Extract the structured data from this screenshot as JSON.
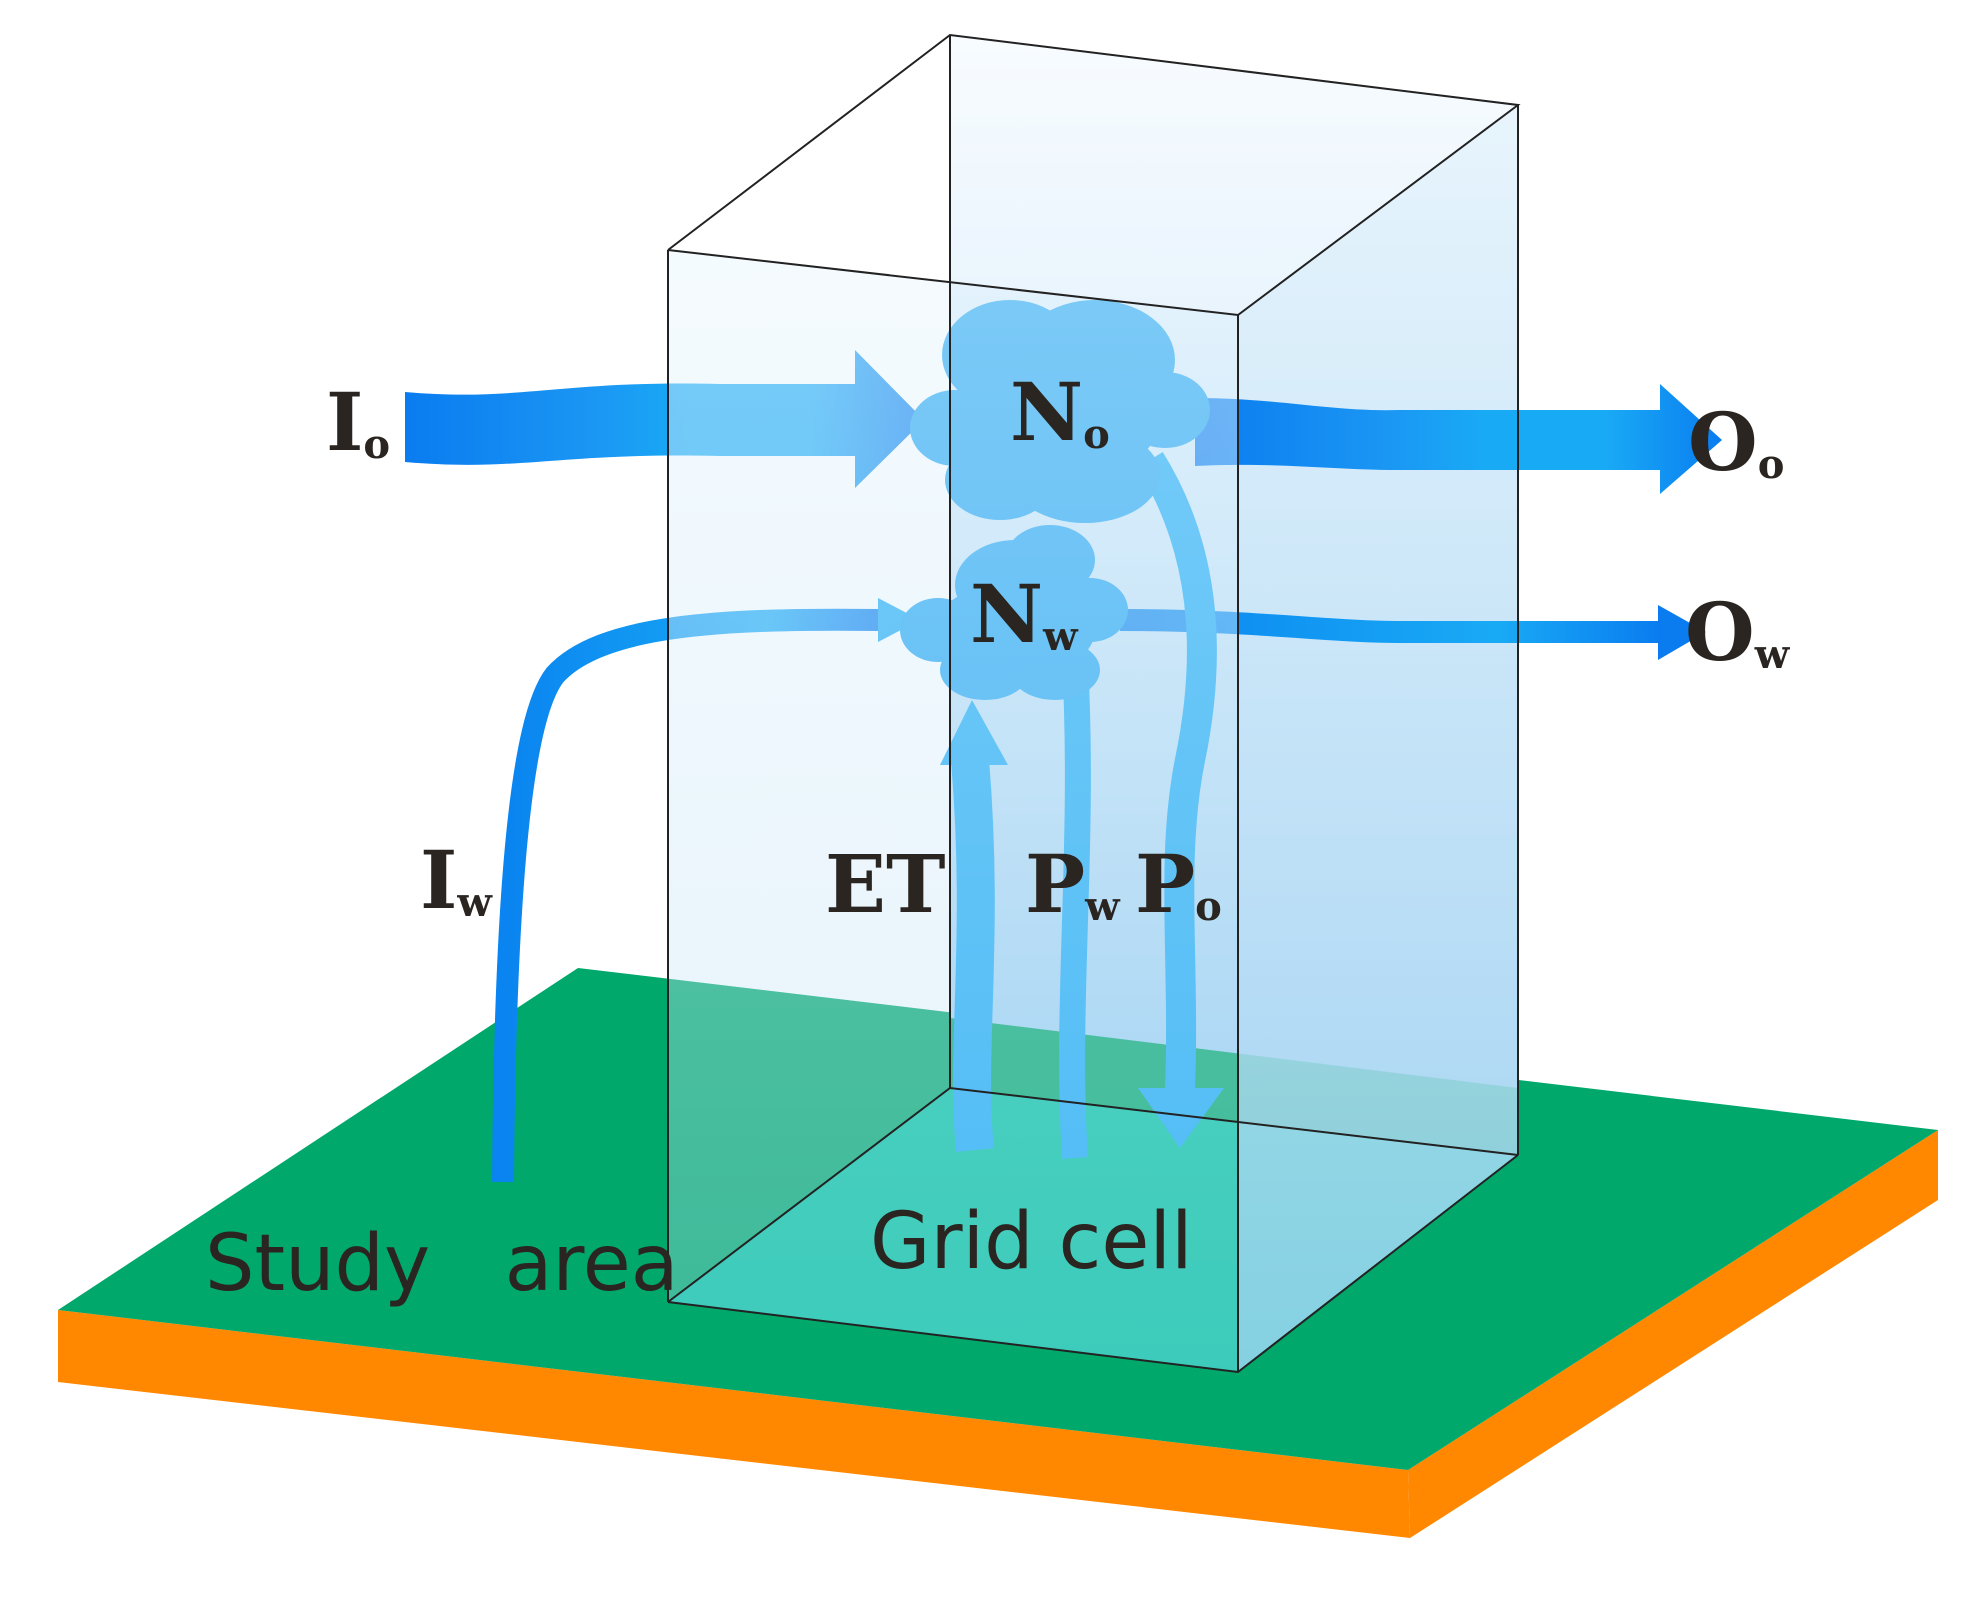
{
  "labels": {
    "inflow_ocean": {
      "main": "I",
      "sub": "o"
    },
    "inflow_water": {
      "main": "I",
      "sub": "w"
    },
    "node_ocean": {
      "main": "N",
      "sub": "o"
    },
    "node_water": {
      "main": "N",
      "sub": "w"
    },
    "outflow_ocean": {
      "main": "O",
      "sub": "o"
    },
    "outflow_water": {
      "main": "O",
      "sub": "w"
    },
    "evapotranspiration": "ET",
    "precip_water": {
      "main": "P",
      "sub": "w"
    },
    "precip_ocean": {
      "main": "P",
      "sub": "o"
    },
    "study_area": "Study   area",
    "grid_cell": "Grid cell"
  },
  "colors": {
    "flow_dark": "#0a7cf0",
    "flow_light": "#19aaf5",
    "cloud": "#1ea4f2",
    "ground_top": "#00a86b",
    "ground_side": "#ff8800",
    "grid_base": "#00c4a4",
    "box_face": "#cfe9f7",
    "text": "#2a2520"
  }
}
